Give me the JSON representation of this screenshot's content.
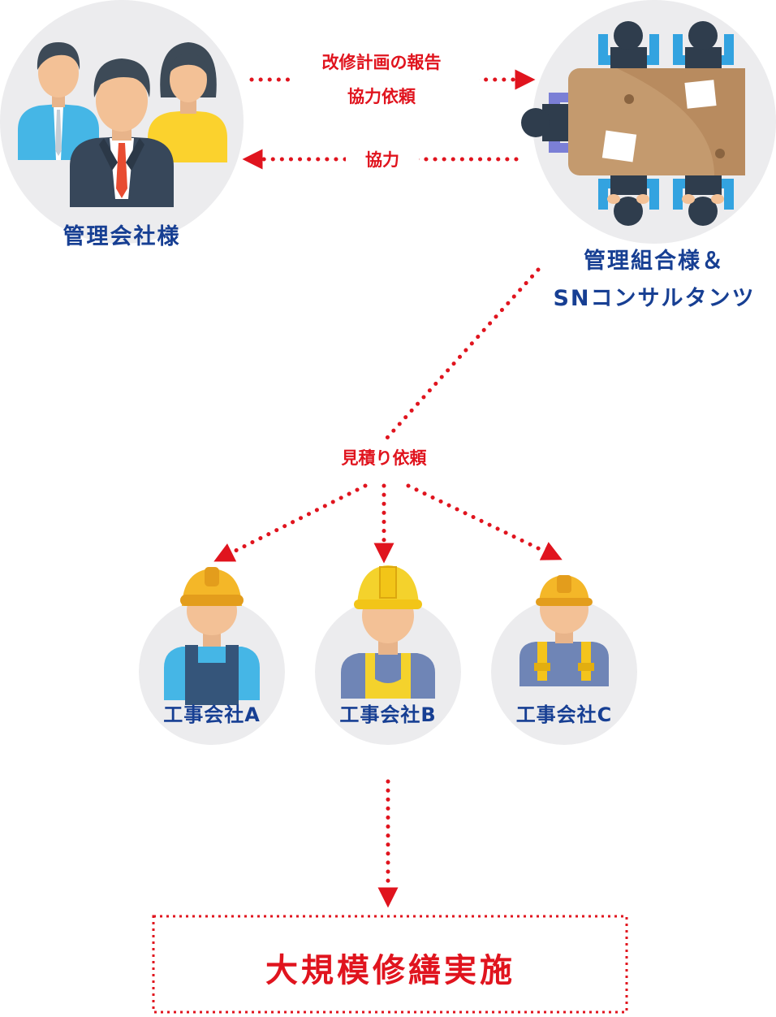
{
  "nodes": {
    "management_company": {
      "label": "管理会社様"
    },
    "association": {
      "label_line1": "管理組合様＆",
      "label_line2": "SNコンサルタンツ"
    },
    "contractors": [
      {
        "label": "工事会社A"
      },
      {
        "label": "工事会社B"
      },
      {
        "label": "工事会社C"
      }
    ],
    "result": {
      "label": "大規模修繕実施"
    }
  },
  "edges": {
    "report_line1": "改修計画の報告",
    "report_line2": "協力依頼",
    "cooperation": "協力",
    "estimate_request": "見積り依頼"
  },
  "colors": {
    "accent_red": "#e0141e",
    "label_navy": "#173f93",
    "circle_bg": "#ececee"
  }
}
